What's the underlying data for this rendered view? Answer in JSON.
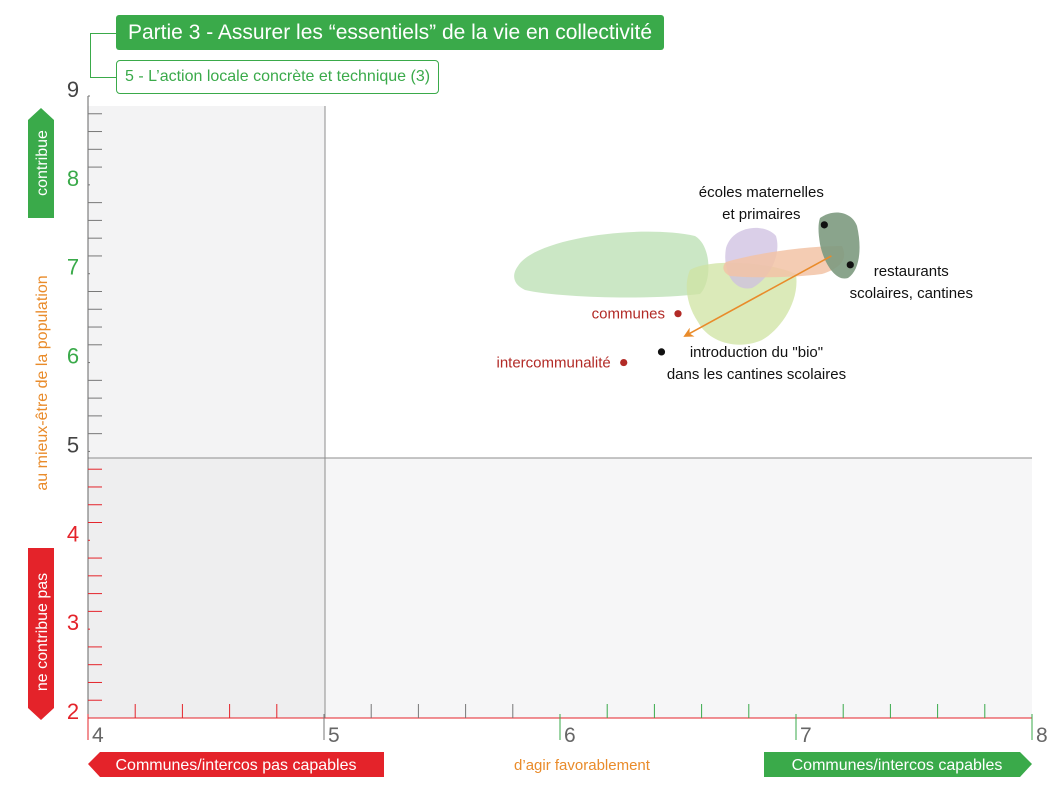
{
  "header": {
    "title": "Partie 3 - Assurer les “essentiels” de la vie en collectivité",
    "subtitle": "5 - L’action locale concrète et technique (3)"
  },
  "colors": {
    "green": "#3aaa4a",
    "red": "#e4232a",
    "orange": "#e98b2a",
    "dark_red": "#b22a26"
  },
  "y_axis_flags": {
    "top": "contribue",
    "middle": "au mieux-être de la population",
    "bottom": "ne contribue pas"
  },
  "x_axis_flags": {
    "left": "Communes/intercos pas capables",
    "middle": "d’agir favorablement",
    "right": "Communes/intercos capables"
  },
  "chart_data": {
    "type": "scatter",
    "xlim": [
      4,
      8
    ],
    "ylim": [
      2,
      9
    ],
    "x_ticks": [
      "4",
      "5",
      "6",
      "7",
      "8"
    ],
    "y_ticks": [
      "2",
      "3",
      "4",
      "5",
      "6",
      "7",
      "8",
      "9"
    ],
    "x_threshold": 5,
    "y_threshold": 4.85,
    "points": [
      {
        "label": "écoles maternelles et primaires",
        "label_lines": [
          "écoles maternelles",
          "et primaires"
        ],
        "x": 7.12,
        "y": 7.55,
        "color": "#111111"
      },
      {
        "label": "restaurants scolaires, cantines",
        "label_lines": [
          "restaurants",
          "scolaires, cantines"
        ],
        "x": 7.23,
        "y": 7.1,
        "color": "#111111"
      },
      {
        "label": "communes",
        "label_lines": [
          "communes"
        ],
        "x": 6.5,
        "y": 6.55,
        "color": "#b22a26"
      },
      {
        "label": "intercommunalité",
        "label_lines": [
          "intercommunalité"
        ],
        "x": 6.27,
        "y": 6.0,
        "color": "#b22a26"
      },
      {
        "label": "introduction du \"bio\" dans les cantines scolaires",
        "label_lines": [
          "introduction du \"bio\"",
          "dans les cantines scolaires"
        ],
        "x": 6.43,
        "y": 6.12,
        "color": "#111111"
      }
    ],
    "arrow": {
      "from": [
        7.15,
        7.2
      ],
      "to": [
        6.53,
        6.3
      ],
      "color": "#e98b2a"
    }
  }
}
